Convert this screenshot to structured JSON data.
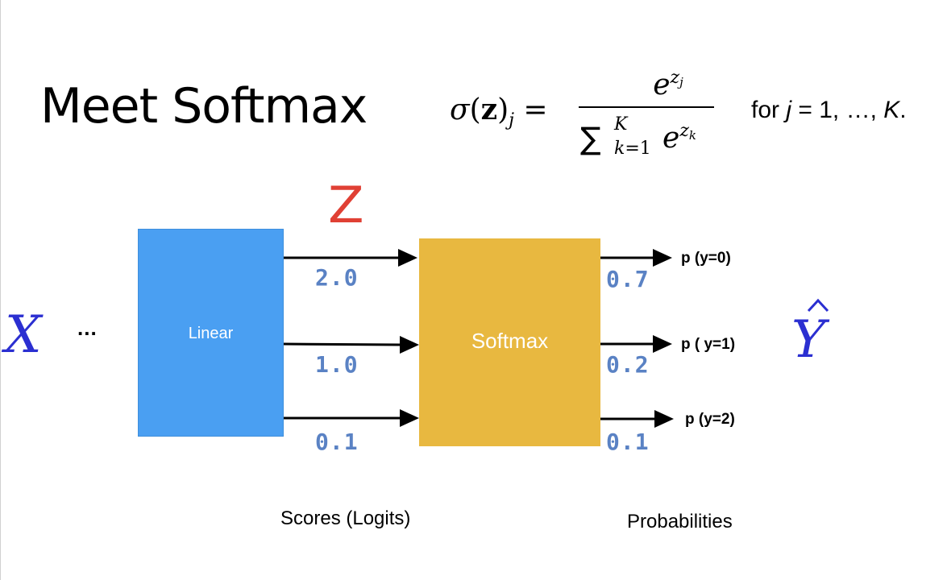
{
  "title": "Meet Softmax",
  "formula": {
    "sigma": "σ",
    "open": "(",
    "z_bold": "z",
    "close": ")",
    "sub_j": "j",
    "equals": " = ",
    "numerator_base": "e",
    "numerator_exp": "z",
    "numerator_exp_sub": "j",
    "sum_symbol": "∑",
    "sum_upper": "K",
    "sum_lower_var": "k",
    "sum_lower_rest": "=1",
    "denominator_base": "e",
    "denominator_exp": "z",
    "denominator_exp_sub": "k",
    "for_text": "for ",
    "for_var": "j",
    "for_rest": " = 1, …, ",
    "for_K": "K",
    "for_end": "."
  },
  "input_symbol": "X",
  "ellipsis": "...",
  "output_symbol": "Y",
  "z_label": "Z",
  "linear_label": "Linear",
  "softmax_label": "Softmax",
  "logits": [
    "2.0",
    "1.0",
    "0.1"
  ],
  "probabilities": [
    "0.7",
    "0.2",
    "0.1"
  ],
  "prob_labels": [
    "p (y=0)",
    "p ( y=1)",
    "p (y=2)"
  ],
  "captions": {
    "scores": "Scores (Logits)",
    "probabilities": "Probabilities"
  },
  "colors": {
    "linear_box": "#4a9ff2",
    "softmax_box": "#e8b840",
    "symbols": "#2b2fd1",
    "z": "#e04034",
    "values": "#5a82c4"
  }
}
